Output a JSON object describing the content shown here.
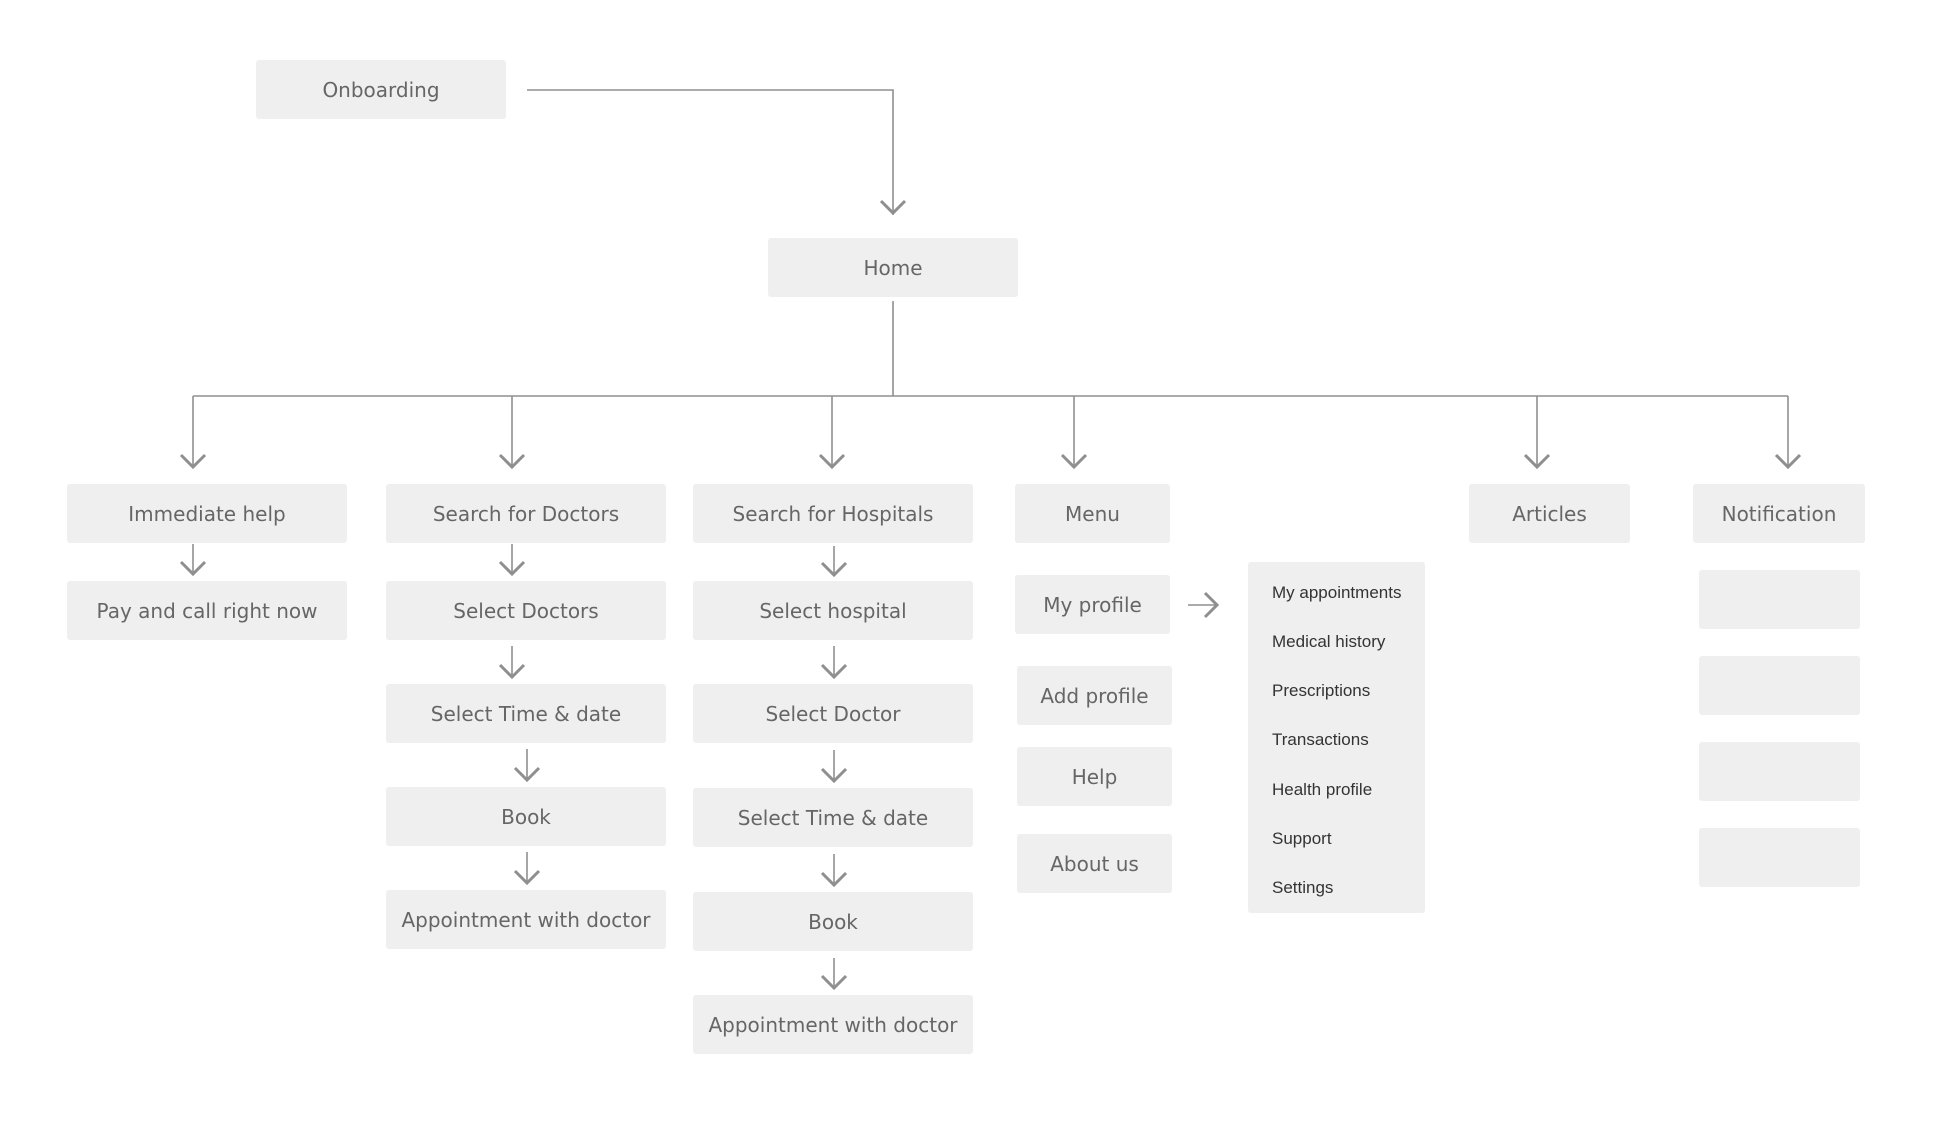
{
  "nodes": {
    "onboarding": "Onboarding",
    "home": "Home",
    "immediate_help": "Immediate help",
    "pay_and_call": "Pay and call right now",
    "search_doctors": "Search for Doctors",
    "select_doctors": "Select Doctors",
    "doctors_select_time": "Select Time & date",
    "doctors_book": "Book",
    "doctors_appointment": "Appointment with doctor",
    "search_hospitals": "Search for Hospitals",
    "select_hospital": "Select hospital",
    "select_doctor": "Select Doctor",
    "hospitals_select_time": "Select Time & date",
    "hospitals_book": "Book",
    "hospitals_appointment": "Appointment with doctor",
    "menu": "Menu",
    "my_profile": "My profile",
    "add_profile": "Add profile",
    "help": "Help",
    "about_us": "About us",
    "articles": "Articles",
    "notification": "Notification"
  },
  "profile_submenu": {
    "items": [
      "My appointments",
      "Medical history",
      "Prescriptions",
      "Transactions",
      "Health profile",
      "Support",
      "Settings"
    ]
  },
  "colors": {
    "node_fill": "#efefef",
    "node_text": "#666666",
    "connector": "#8f8f8f",
    "submenu_text": "#333333"
  }
}
